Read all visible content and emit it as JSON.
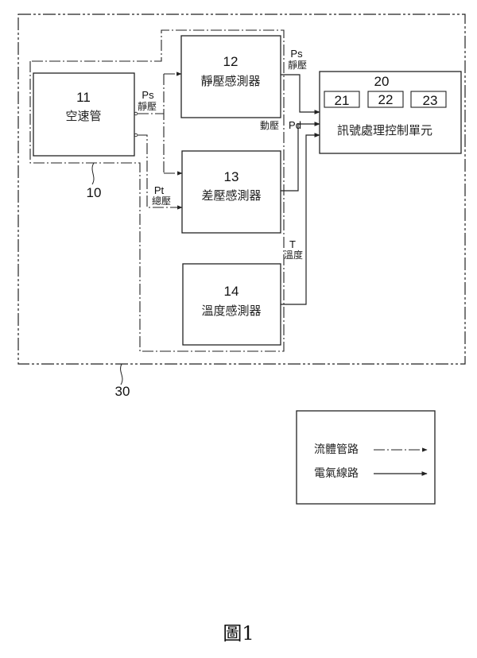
{
  "figure": {
    "caption": "圖1"
  },
  "boundaries": {
    "outer": {
      "ref": "30"
    },
    "inner": {
      "ref": "10"
    }
  },
  "blocks": {
    "pitot": {
      "ref": "11",
      "name": "空速管"
    },
    "static_sensor": {
      "ref": "12",
      "name": "靜壓感測器"
    },
    "diff_sensor": {
      "ref": "13",
      "name": "差壓感測器"
    },
    "temp_sensor": {
      "ref": "14",
      "name": "溫度感測器"
    },
    "controller": {
      "ref": "20",
      "name": "訊號處理控制單元",
      "submodules": [
        "21",
        "22",
        "23"
      ]
    }
  },
  "signals": {
    "ps_in": {
      "symbol": "Ps",
      "label": "靜壓"
    },
    "pt_in": {
      "symbol": "Pt",
      "label": "總壓"
    },
    "ps_out": {
      "symbol": "Ps",
      "label": "靜壓"
    },
    "pd_out": {
      "symbol": "Pd",
      "label": "動壓"
    },
    "t_out": {
      "symbol": "T",
      "label": "溫度"
    }
  },
  "legend": {
    "items": [
      {
        "label": "流體管路",
        "line": "fluid"
      },
      {
        "label": "電氣線路",
        "line": "electrical"
      }
    ]
  }
}
